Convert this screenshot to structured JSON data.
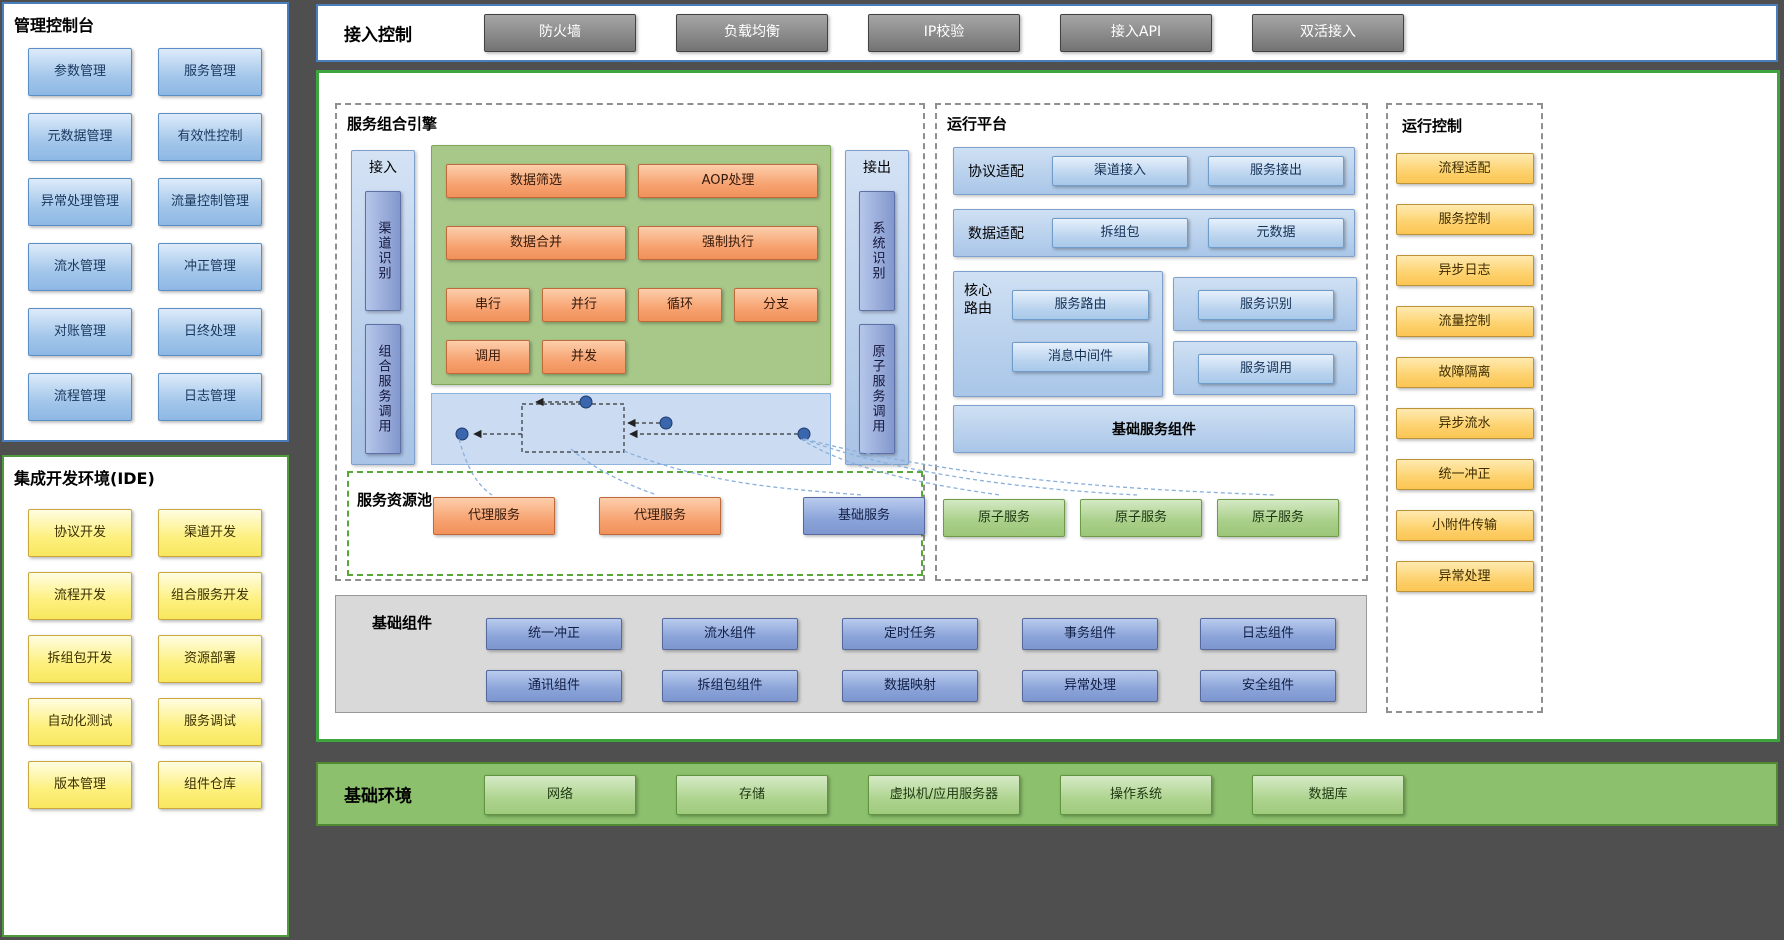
{
  "management_console": {
    "title": "管理控制台",
    "items": [
      "参数管理",
      "服务管理",
      "元数据管理",
      "有效性控制",
      "异常处理管理",
      "流量控制管理",
      "流水管理",
      "冲正管理",
      "对账管理",
      "日终处理",
      "流程管理",
      "日志管理"
    ]
  },
  "ide": {
    "title": "集成开发环境(IDE)",
    "items": [
      "协议开发",
      "渠道开发",
      "流程开发",
      "组合服务开发",
      "拆组包开发",
      "资源部署",
      "自动化测试",
      "服务调试",
      "版本管理",
      "组件仓库"
    ]
  },
  "access_control": {
    "title": "接入控制",
    "items": [
      "防火墙",
      "负载均衡",
      "IP校验",
      "接入API",
      "双活接入"
    ]
  },
  "engine": {
    "title": "服务组合引擎",
    "inbound": {
      "title": "接入",
      "items": [
        "渠道识别",
        "组合服务调用"
      ]
    },
    "outbound": {
      "title": "接出",
      "items": [
        "系统识别",
        "原子服务调用"
      ]
    },
    "capabilities": [
      "数据筛选",
      "AOP处理",
      "数据合并",
      "强制执行"
    ],
    "flow_controls": [
      "串行",
      "并行",
      "循环",
      "分支",
      "调用",
      "并发"
    ]
  },
  "pool": {
    "title": "服务资源池",
    "proxies": [
      "代理服务",
      "代理服务"
    ],
    "base": "基础服务",
    "atomics": [
      "原子服务",
      "原子服务",
      "原子服务"
    ]
  },
  "platform": {
    "title": "运行平台",
    "protocol_adapter": {
      "label": "协议适配",
      "buttons": [
        "渠道接入",
        "服务接出"
      ]
    },
    "data_adapter": {
      "label": "数据适配",
      "buttons": [
        "拆组包",
        "元数据"
      ]
    },
    "core_routing": {
      "label": "核心路由",
      "buttons": [
        "服务路由",
        "消息中间件"
      ]
    },
    "side_buttons": [
      "服务识别",
      "服务调用"
    ],
    "base_bar": "基础服务组件"
  },
  "base_components": {
    "title": "基础组件",
    "row1": [
      "统一冲正",
      "流水组件",
      "定时任务",
      "事务组件",
      "日志组件"
    ],
    "row2": [
      "通讯组件",
      "拆组包组件",
      "数据映射",
      "异常处理",
      "安全组件"
    ]
  },
  "runtime_control": {
    "title": "运行控制",
    "items": [
      "流程适配",
      "服务控制",
      "异步日志",
      "流量控制",
      "故障隔离",
      "异步流水",
      "统一冲正",
      "小附件传输",
      "异常处理"
    ]
  },
  "base_environment": {
    "title": "基础环境",
    "items": [
      "网络",
      "存储",
      "虚拟机/应用服务器",
      "操作系统",
      "数据库"
    ]
  },
  "colors": {
    "panel_blue_border": "#4a7ebb",
    "main_green_border": "#3ea53e",
    "pool_dashed_green": "#58a838",
    "accent_orange": "#f1915a",
    "accent_amber": "#fcc553",
    "accent_blue": "#8db8e4",
    "accent_dark_blue": "#7e97cf",
    "accent_green": "#9cc779",
    "gray_button": "#7f7f7f",
    "env_bar_green": "#8cc06c"
  }
}
